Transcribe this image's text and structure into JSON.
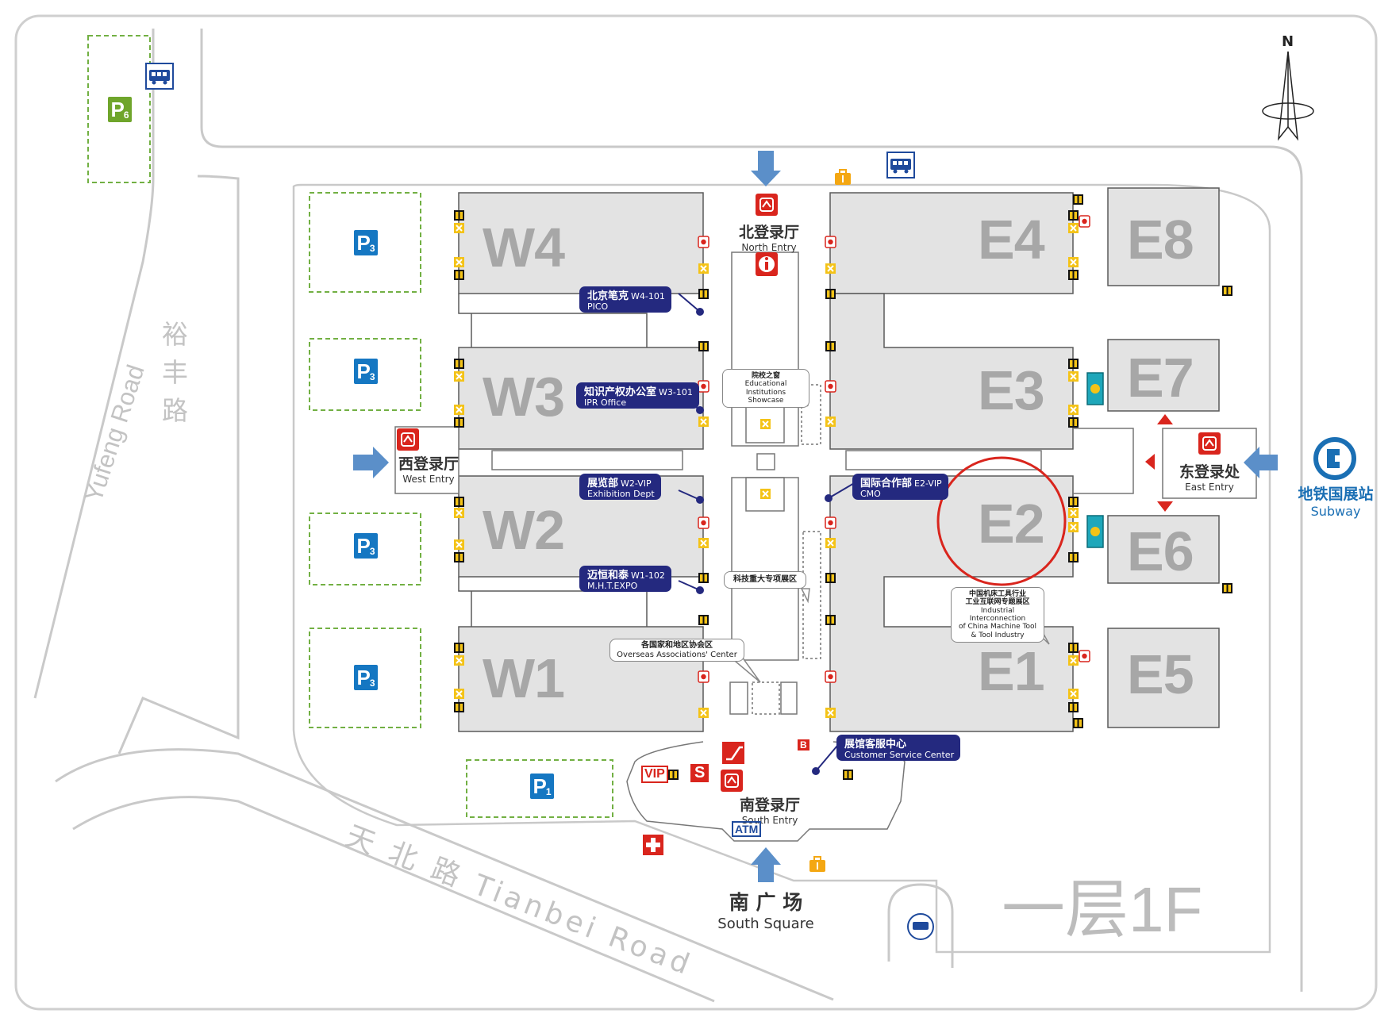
{
  "floor_label": "一层1F",
  "compass": {
    "label": "N"
  },
  "halls": {
    "w4": "W4",
    "w3": "W3",
    "w2": "W2",
    "w1": "W1",
    "e4": "E4",
    "e3": "E3",
    "e2": "E2",
    "e1": "E1",
    "e8": "E8",
    "e7": "E7",
    "e6": "E6",
    "e5": "E5"
  },
  "entries": {
    "north": {
      "cn": "北登录厅",
      "en": "North Entry"
    },
    "west": {
      "cn": "西登录厅",
      "en": "West Entry"
    },
    "east": {
      "cn": "东登录处",
      "en": "East Entry"
    },
    "south": {
      "cn": "南登录厅",
      "en": "South Entry"
    }
  },
  "south_square": {
    "cn": "南 广 场",
    "en": "South Square"
  },
  "subway": {
    "cn": "地铁国展站",
    "en": "Subway"
  },
  "roads": {
    "yufeng_cn": "裕丰路",
    "yufeng_en": "Yufeng Road",
    "tianbei": "天 北 路 Tianbei  Road"
  },
  "parking": {
    "p6": {
      "letter": "P",
      "num": "6"
    },
    "p3": {
      "letter": "P",
      "num": "3"
    },
    "p1": {
      "letter": "P",
      "num": "1"
    }
  },
  "offices": {
    "w4_101": {
      "cn": "北京笔克",
      "code": "W4-101",
      "en": "PICO"
    },
    "w3_101": {
      "cn": "知识产权办公室",
      "code": "W3-101",
      "en": "IPR Office"
    },
    "w2_vip": {
      "cn": "展览部",
      "code": "W2-VIP",
      "en": "Exhibition Dept"
    },
    "w1_102": {
      "cn": "迈恒和泰",
      "code": "W1-102",
      "en": "M.H.T.EXPO"
    },
    "e2_vip": {
      "cn": "国际合作部",
      "code": "E2-VIP",
      "en": "CMO"
    },
    "service": {
      "cn": "展馆客服中心",
      "en": "Customer Service Center"
    }
  },
  "callouts": {
    "edu": {
      "cn": "院校之窗",
      "en1": "Educational Institutions",
      "en2": "Showcase"
    },
    "tech": {
      "cn": "科技重大专项展区"
    },
    "overseas": {
      "cn": "各国家和地区协会区",
      "en": "Overseas Associations' Center"
    },
    "machine": {
      "cn1": "中国机床工具行业",
      "cn2": "工业互联网专题展区",
      "en1": "Industrial Interconnection",
      "en2": "of China Machine Tool",
      "en3": "& Tool Industry"
    }
  },
  "south_facilities": {
    "vip": "VIP",
    "s": "S",
    "atm": "ATM",
    "b": "B"
  },
  "colors": {
    "hall_fill": "#e3e3e3",
    "hall_border": "#5a5a5a",
    "tag_navy": "#24297f",
    "arrow_blue": "#5b8fc9",
    "parking_blue": "#1577c2",
    "parking_green": "#6fa52b",
    "highlight_red": "#d9251d",
    "subway_blue": "#1a6fb4"
  }
}
